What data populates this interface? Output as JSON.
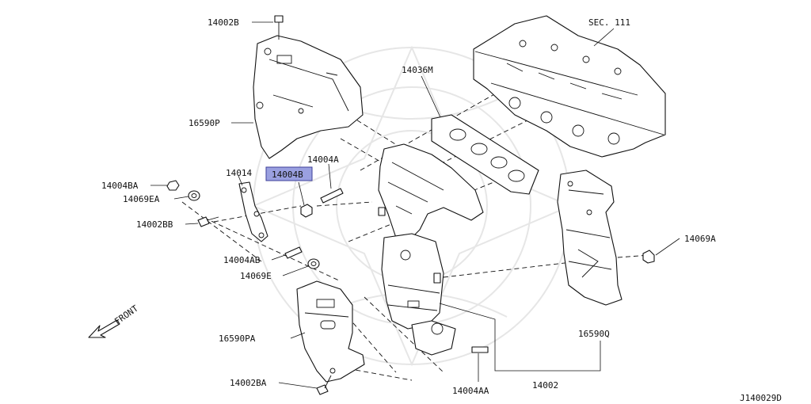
{
  "labels": {
    "p14002B": "14002B",
    "sec111": "SEC. 111",
    "p14036M": "14036M",
    "p16590P": "16590P",
    "p14004A": "14004A",
    "p14014": "14014",
    "p14004B": "14004B",
    "p14004BA": "14004BA",
    "p14069EA": "14069EA",
    "p14002BB": "14002BB",
    "p14069A": "14069A",
    "p14004AB": "14004AB",
    "p14069E": "14069E",
    "front": "FRONT",
    "p16590Q": "16590Q",
    "p16590PA": "16590PA",
    "p14002BA": "14002BA",
    "p14004AA": "14004AA",
    "p14002": "14002",
    "diagramId": "J140029D"
  },
  "highlight": {
    "part": "14004B",
    "color": "#9aa0e0",
    "border": "#3d3f9a"
  }
}
